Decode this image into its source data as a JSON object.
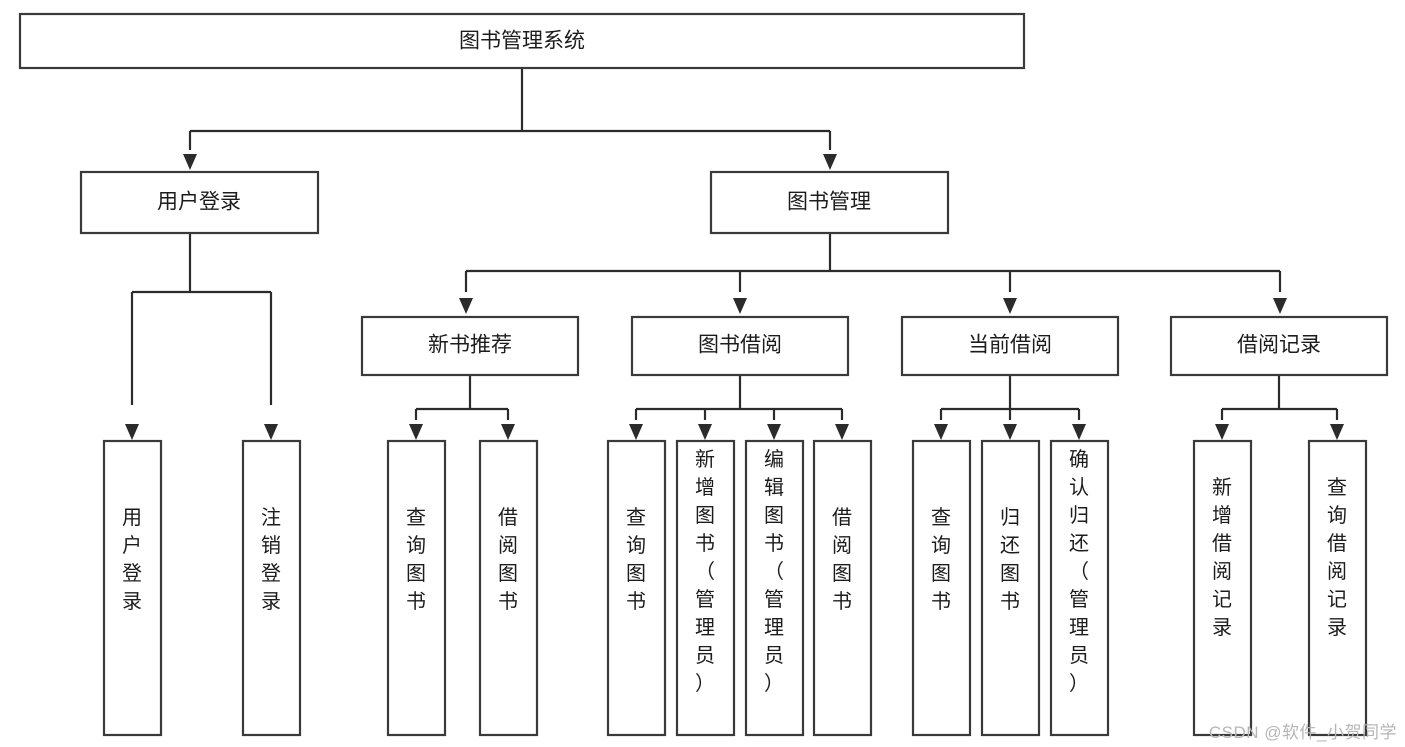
{
  "diagram": {
    "type": "tree-hierarchy",
    "title_node": "图书管理系统",
    "orientation": "top-down",
    "colors": {
      "box_fill": "#ffffff",
      "box_stroke": "#3a3a3a",
      "connector": "#2b2b2b",
      "text": "#1c1c1c",
      "watermark": "#b6b6b6",
      "background": "#ffffff"
    },
    "nodes": {
      "root": {
        "id": "root",
        "label": "图书管理系统",
        "level": 0,
        "orientation": "horizontal"
      },
      "level1": [
        {
          "id": "user-login",
          "label": "用户登录",
          "level": 1,
          "orientation": "horizontal"
        },
        {
          "id": "book-manage",
          "label": "图书管理",
          "level": 1,
          "orientation": "horizontal"
        }
      ],
      "level2": [
        {
          "id": "new-book-recommend",
          "label": "新书推荐",
          "level": 2,
          "orientation": "horizontal",
          "parent": "book-manage"
        },
        {
          "id": "book-borrow",
          "label": "图书借阅",
          "level": 2,
          "orientation": "horizontal",
          "parent": "book-manage"
        },
        {
          "id": "current-borrow",
          "label": "当前借阅",
          "level": 2,
          "orientation": "horizontal",
          "parent": "book-manage"
        },
        {
          "id": "borrow-record",
          "label": "借阅记录",
          "level": 2,
          "orientation": "horizontal",
          "parent": "book-manage"
        }
      ],
      "leaves": [
        {
          "id": "leaf-user-login",
          "label": "用户登录",
          "parent": "user-login",
          "orientation": "vertical"
        },
        {
          "id": "leaf-logout",
          "label": "注销登录",
          "parent": "user-login",
          "orientation": "vertical"
        },
        {
          "id": "leaf-query-book-1",
          "label": "查询图书",
          "parent": "new-book-recommend",
          "orientation": "vertical"
        },
        {
          "id": "leaf-borrow-book-1",
          "label": "借阅图书",
          "parent": "new-book-recommend",
          "orientation": "vertical"
        },
        {
          "id": "leaf-query-book-2",
          "label": "查询图书",
          "parent": "book-borrow",
          "orientation": "vertical"
        },
        {
          "id": "leaf-add-book",
          "label": "新增图书（管理员）",
          "parent": "book-borrow",
          "orientation": "vertical"
        },
        {
          "id": "leaf-edit-book",
          "label": "编辑图书（管理员）",
          "parent": "book-borrow",
          "orientation": "vertical"
        },
        {
          "id": "leaf-borrow-book-2",
          "label": "借阅图书",
          "parent": "book-borrow",
          "orientation": "vertical"
        },
        {
          "id": "leaf-query-book-3",
          "label": "查询图书",
          "parent": "current-borrow",
          "orientation": "vertical"
        },
        {
          "id": "leaf-return-book",
          "label": "归还图书",
          "parent": "current-borrow",
          "orientation": "vertical"
        },
        {
          "id": "leaf-confirm-return",
          "label": "确认归还（管理员）",
          "parent": "current-borrow",
          "orientation": "vertical"
        },
        {
          "id": "leaf-add-record",
          "label": "新增借阅记录",
          "parent": "borrow-record",
          "orientation": "vertical"
        },
        {
          "id": "leaf-query-record",
          "label": "查询借阅记录",
          "parent": "borrow-record",
          "orientation": "vertical"
        }
      ]
    },
    "watermark": "CSDN @软件_小贺同学"
  }
}
